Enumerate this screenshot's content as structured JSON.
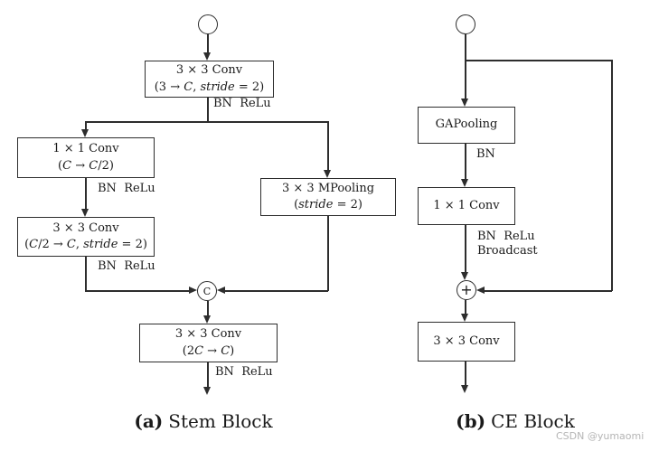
{
  "labels": {
    "bn_relu": "BN  ReLu",
    "bn": "BN",
    "broadcast": "Broadcast"
  },
  "panel_a": {
    "caption_tag": "(a)",
    "caption_title": "Stem Block",
    "concat_symbol": "C",
    "box1": {
      "l1": "3 × 3 Conv",
      "l2": [
        "(3 → ",
        "C",
        ", ",
        "stride",
        " = 2)"
      ]
    },
    "box2": {
      "l1": "1 × 1 Conv",
      "l2": [
        "(",
        "C",
        " → ",
        "C",
        "/2)"
      ]
    },
    "box3": {
      "l1": "3 × 3 Conv",
      "l2": [
        "(",
        "C",
        "/2 → ",
        "C",
        ", ",
        "stride",
        " = 2)"
      ]
    },
    "box4": {
      "l1": "3 × 3 MPooling",
      "l2": [
        "(",
        "stride",
        " = 2)"
      ]
    },
    "box5": {
      "l1": "3 × 3 Conv",
      "l2": [
        "(2",
        "C",
        " → ",
        "C",
        ")"
      ]
    }
  },
  "panel_b": {
    "caption_tag": "(b)",
    "caption_title": "CE Block",
    "sum_symbol": "+",
    "box1": {
      "l1": "GAPooling"
    },
    "box2": {
      "l1": "1 × 1 Conv"
    },
    "box3": {
      "l1": "3 × 3 Conv"
    }
  },
  "watermark": "CSDN @yumaomi"
}
